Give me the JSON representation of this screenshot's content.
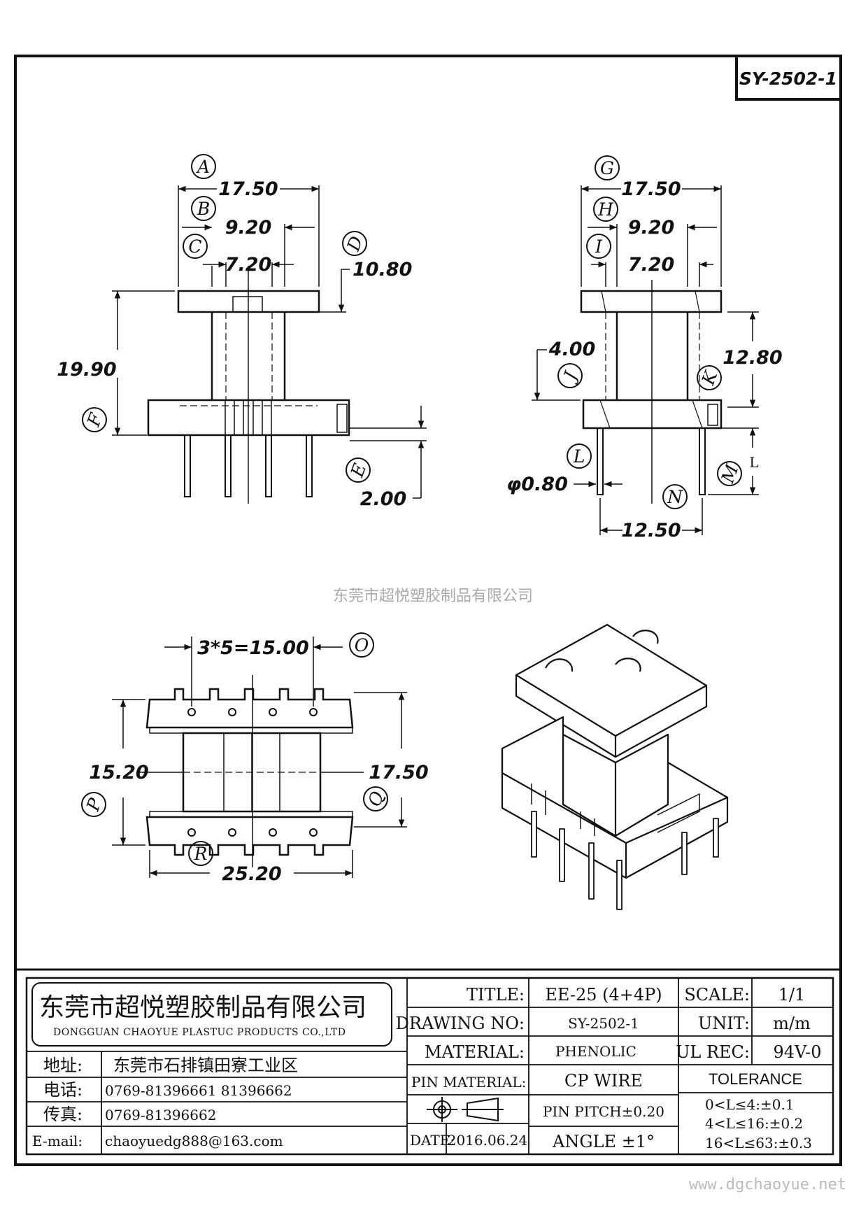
{
  "drawing_code": "SY-2502-1",
  "watermark": "东莞市超悦塑胶制品有限公司",
  "website": "www.dgchaoyue.net",
  "views": {
    "front": {
      "labels": {
        "a": "A",
        "b": "B",
        "c": "C",
        "d": "D",
        "e": "E",
        "f": "F"
      },
      "dims": {
        "width": "17.50",
        "inner": "9.20",
        "core": "7.20",
        "flange": "10.80",
        "height": "19.90",
        "pin": "2.00"
      }
    },
    "side": {
      "labels": {
        "g": "G",
        "h": "H",
        "i": "I",
        "j": "J",
        "k": "K",
        "l": "L",
        "m": "M",
        "n": "N",
        "l_small": "L"
      },
      "dims": {
        "width": "17.50",
        "inner": "9.20",
        "core": "7.20",
        "flange": "4.00",
        "height": "12.80",
        "pin_dia": "φ0.80",
        "pin_span": "12.50"
      }
    },
    "bottom": {
      "labels": {
        "o": "O",
        "p": "P",
        "q": "Q",
        "r": "R"
      },
      "dims": {
        "pitch": "3*5=15.00",
        "width": "15.20",
        "depth": "17.50",
        "length": "25.20"
      }
    }
  },
  "title_block": {
    "company_cn": "东莞市超悦塑胶制品有限公司",
    "company_en": "DONGGUAN CHAOYUE PLASTUC PRODUCTS CO.,LTD",
    "address_label": "地址:",
    "address": "东莞市石排镇田寮工业区",
    "phone_label": "电话:",
    "phone": "0769-81396661  81396662",
    "fax_label": "传真:",
    "fax": "0769-81396662",
    "email_label": "E-mail:",
    "email": "chaoyuedg888@163.com",
    "title_label": "TITLE:",
    "title": "EE-25 (4+4P)",
    "drawing_no_label": "DRAWING NO:",
    "drawing_no": "SY-2502-1",
    "material_label": "MATERIAL:",
    "material": "PHENOLIC",
    "pin_material_label": "PIN MATERIAL:",
    "pin_material": "CP WIRE",
    "pin_pitch": "PIN PITCH±0.20",
    "date_label": "DATE:",
    "date": "2016.06.24",
    "angle": "ANGLE  ±1°",
    "scale_label": "SCALE:",
    "scale": "1/1",
    "unit_label": "UNIT:",
    "unit": "m/m",
    "ul_label": "UL REC:",
    "ul": "94V-0",
    "tolerance_label": "TOLERANCE",
    "tolerances": [
      "0<L≤4:±0.1",
      "4<L≤16:±0.2",
      "16<L≤63:±0.3"
    ]
  }
}
